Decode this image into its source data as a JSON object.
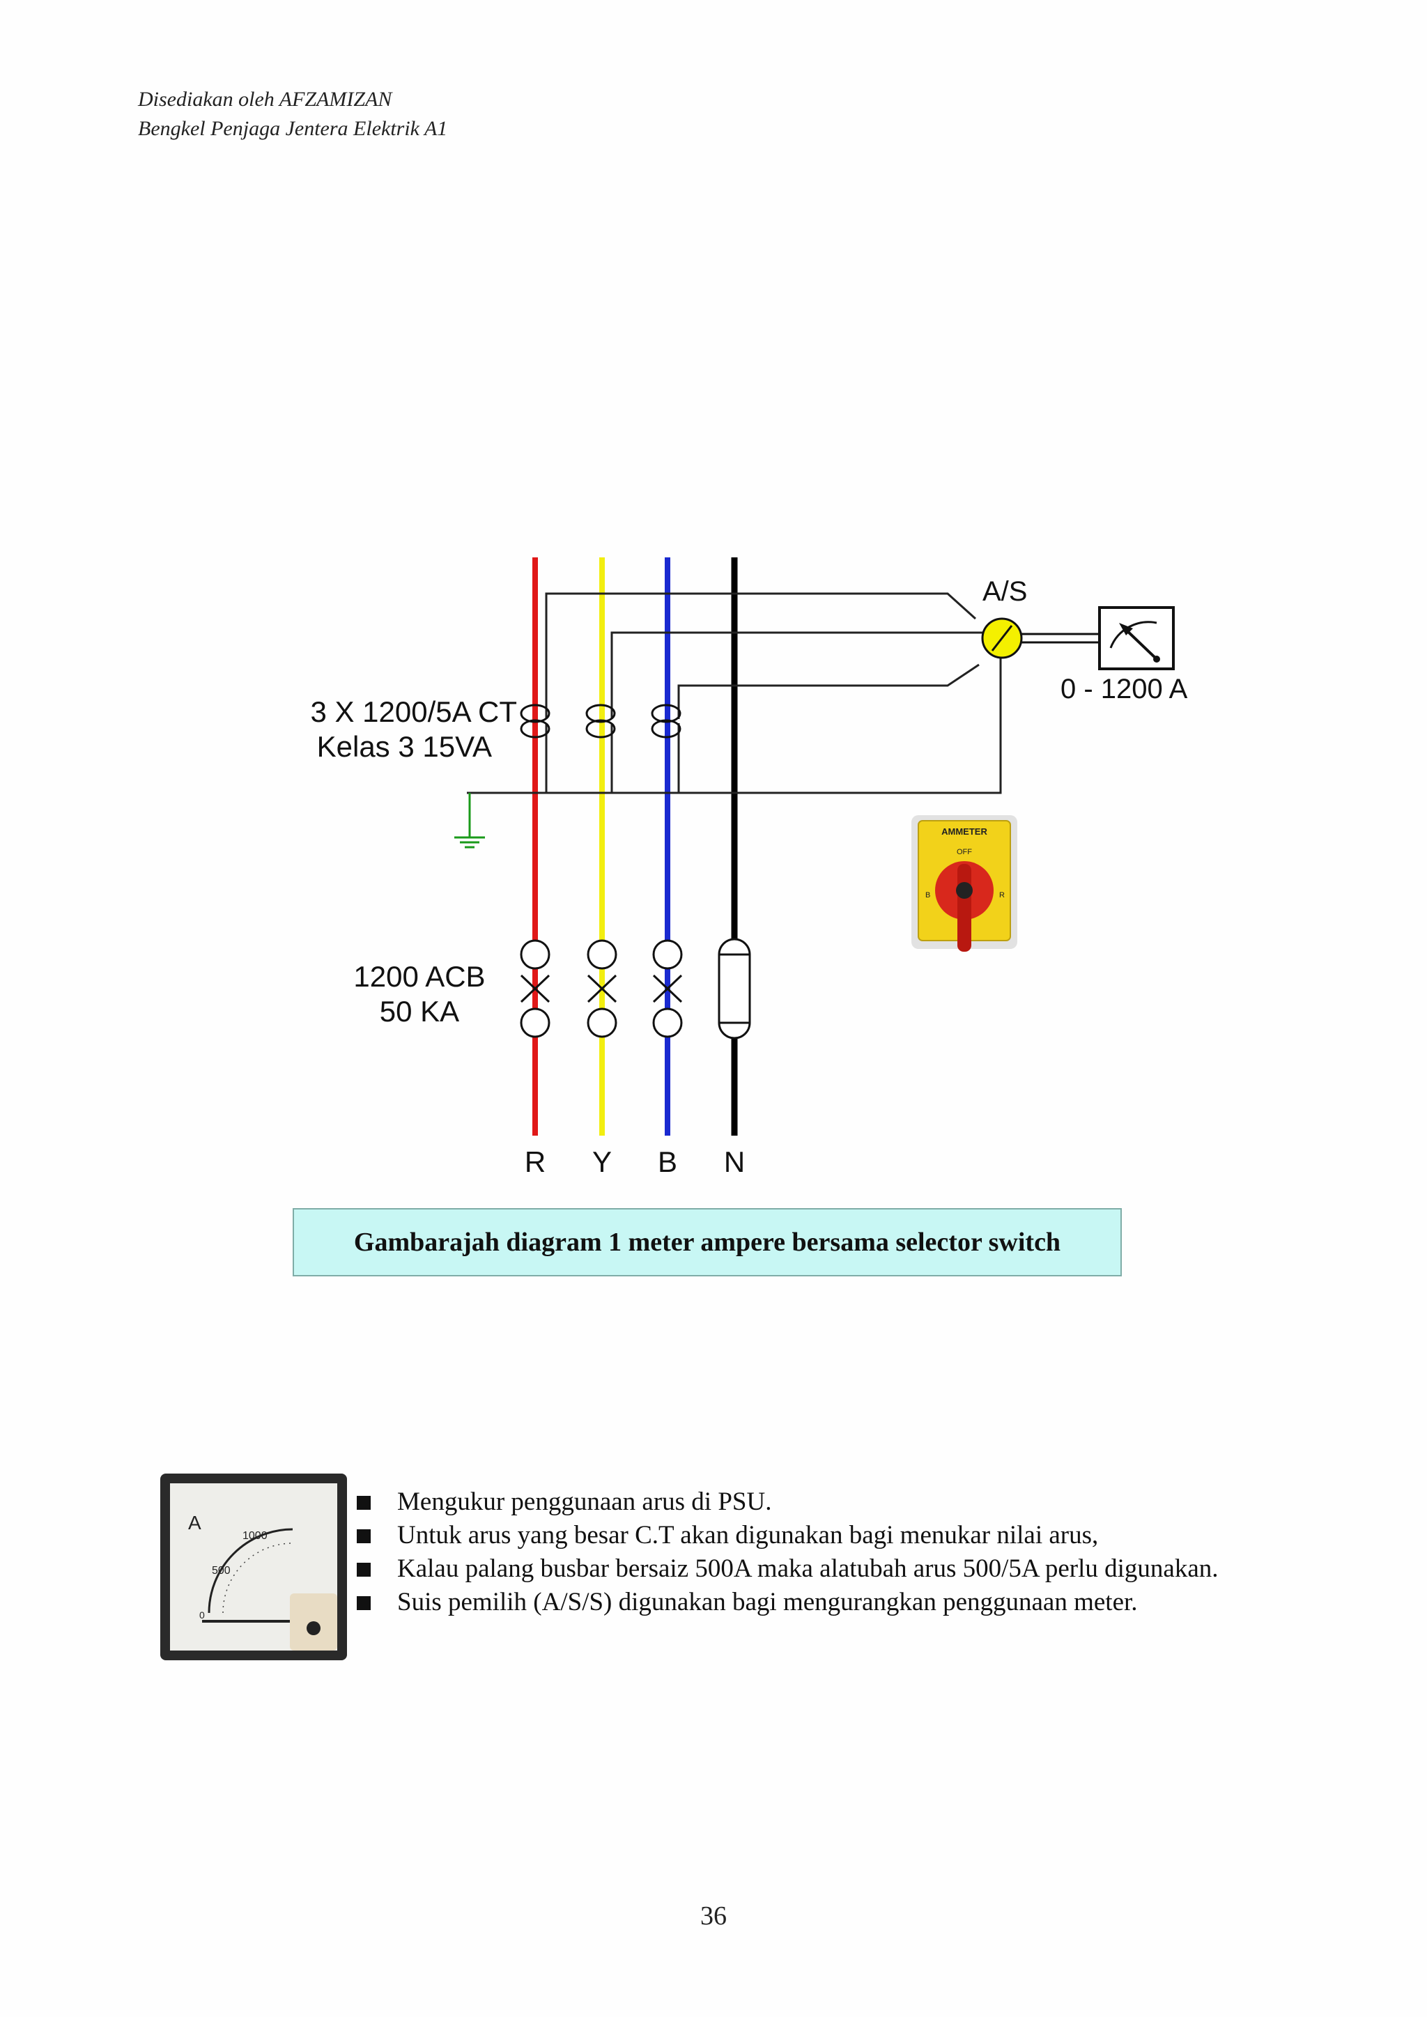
{
  "header": {
    "line1": "Disediakan oleh AFZAMIZAN",
    "line2": "Bengkel Penjaga Jentera Elektrik A1"
  },
  "diagram": {
    "ct_label_line1": "3 X 1200/5A CT",
    "ct_label_line2": "Kelas 3 15VA",
    "switch_label": "A/S",
    "meter_range": "0 - 1200 A",
    "acb_label_line1": "1200 ACB",
    "acb_label_line2": "50 KA",
    "phases": [
      "R",
      "Y",
      "B",
      "N"
    ],
    "phase_colors": [
      "#e01818",
      "#f2ee10",
      "#1a2ad0",
      "#000000"
    ],
    "selector_photo": {
      "title": "AMMETER",
      "off_label": "OFF",
      "left_label": "B",
      "right_label": "R",
      "colors": {
        "body": "#f2d21a",
        "knob": "#d8281c"
      }
    }
  },
  "caption": "Gambarajah diagram 1 meter ampere bersama selector switch",
  "meter_photo": {
    "unit": "A",
    "scale_500": "500",
    "scale_1000": "1000",
    "scale_zero": "0"
  },
  "bullets": [
    "Mengukur penggunaan arus di PSU.",
    "Untuk arus yang besar C.T akan digunakan bagi menukar nilai arus,",
    "Kalau palang busbar bersaiz 500A maka alatubah arus 500/5A perlu digunakan.",
    "Suis pemilih (A/S/S) digunakan bagi mengurangkan penggunaan meter."
  ],
  "page_number": "36"
}
